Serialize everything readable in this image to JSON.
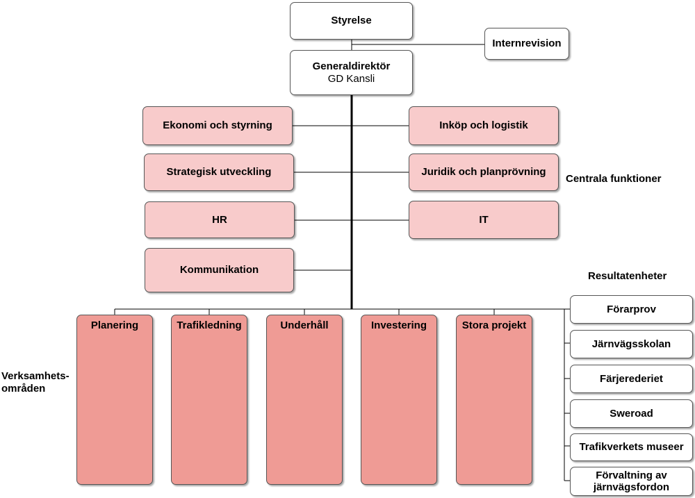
{
  "top": {
    "styrelse": "Styrelse",
    "internrevision": "Internrevision",
    "generaldirektor": "Generaldirektör",
    "gd_kansli": "GD Kansli"
  },
  "central_functions": {
    "label": "Centrala funktioner",
    "left": [
      "Ekonomi och styrning",
      "Strategisk utveckling",
      "HR",
      "Kommunikation"
    ],
    "right": [
      "Inköp och logistik",
      "Juridik och planprövning",
      "IT"
    ]
  },
  "business_areas": {
    "label_line1": "Verksamhets-",
    "label_line2": "områden",
    "items": [
      "Planering",
      "Trafikledning",
      "Underhåll",
      "Investering",
      "Stora projekt"
    ]
  },
  "result_units": {
    "label": "Resultatenheter",
    "items": [
      "Förarprov",
      "Järnvägsskolan",
      "Färjerederiet",
      "Sweroad",
      "Trafikverkets museer"
    ],
    "last_line1": "Förvaltning av",
    "last_line2": "järnvägsfordon"
  },
  "colors": {
    "central_fill": "#f8cbcb",
    "area_fill": "#ef9b95",
    "top_fill": "#ffffff",
    "line": "#000000"
  }
}
